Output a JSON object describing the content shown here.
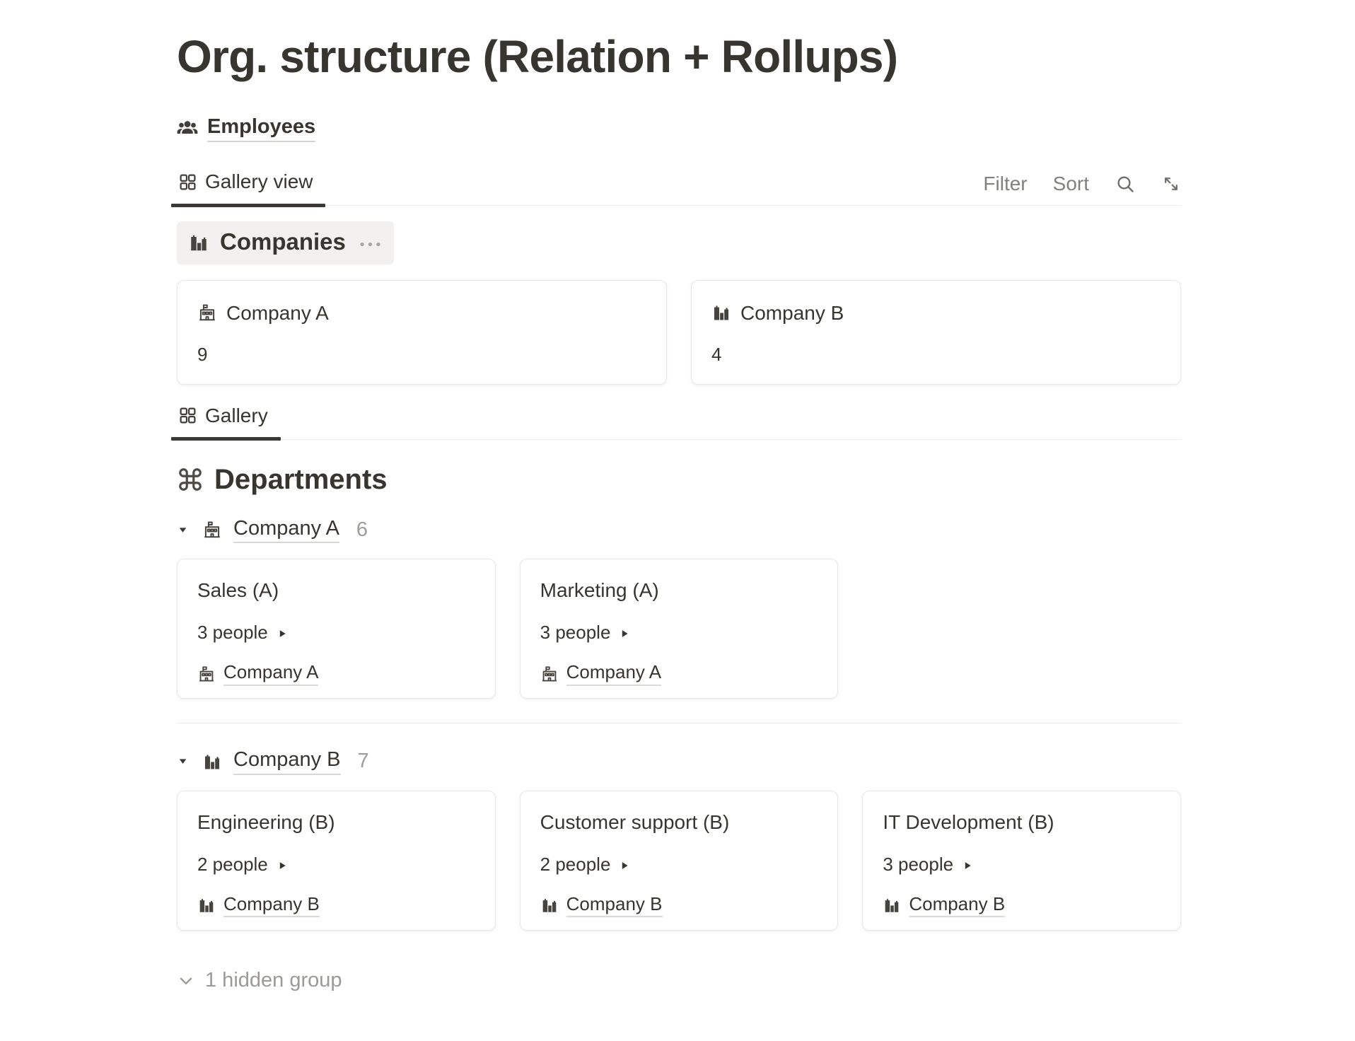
{
  "page": {
    "title": "Org. structure (Relation + Rollups)"
  },
  "employees": {
    "label": "Employees",
    "icon": "people-icon"
  },
  "companies_section": {
    "view_tab": "Gallery view",
    "toolbar": {
      "filter": "Filter",
      "sort": "Sort",
      "search_icon": "search-icon",
      "expand_icon": "expand-icon"
    },
    "header": {
      "title": "Companies",
      "icon": "city-buildings-icon",
      "more_icon": "more-options-icon"
    },
    "cards": [
      {
        "icon": "school-building-icon",
        "title": "Company A",
        "rollup_value": "9"
      },
      {
        "icon": "city-buildings-icon",
        "title": "Company B",
        "rollup_value": "4"
      }
    ]
  },
  "departments_section": {
    "view_tab": "Gallery",
    "header": {
      "title": "Departments",
      "icon": "command-icon"
    },
    "groups": [
      {
        "icon": "school-building-icon",
        "label": "Company A",
        "count": "6",
        "cards": [
          {
            "title": "Sales (A)",
            "people": "3 people",
            "company": "Company A",
            "company_icon": "school-building-icon"
          },
          {
            "title": "Marketing (A)",
            "people": "3 people",
            "company": "Company A",
            "company_icon": "school-building-icon"
          }
        ]
      },
      {
        "icon": "city-buildings-icon",
        "label": "Company B",
        "count": "7",
        "cards": [
          {
            "title": "Engineering (B)",
            "people": "2 people",
            "company": "Company B",
            "company_icon": "city-buildings-icon"
          },
          {
            "title": "Customer support (B)",
            "people": "2 people",
            "company": "Company B",
            "company_icon": "city-buildings-icon"
          },
          {
            "title": "IT Development (B)",
            "people": "3 people",
            "company": "Company B",
            "company_icon": "city-buildings-icon"
          }
        ]
      }
    ],
    "hidden_group_label": "1 hidden group"
  },
  "colors": {
    "text": "#37352f",
    "muted_text": "#82817d",
    "count_text": "#9e9d99",
    "border": "#e9e9e7",
    "chip_background": "#f2f1ef",
    "active_tab_bar": "#3a3935"
  }
}
